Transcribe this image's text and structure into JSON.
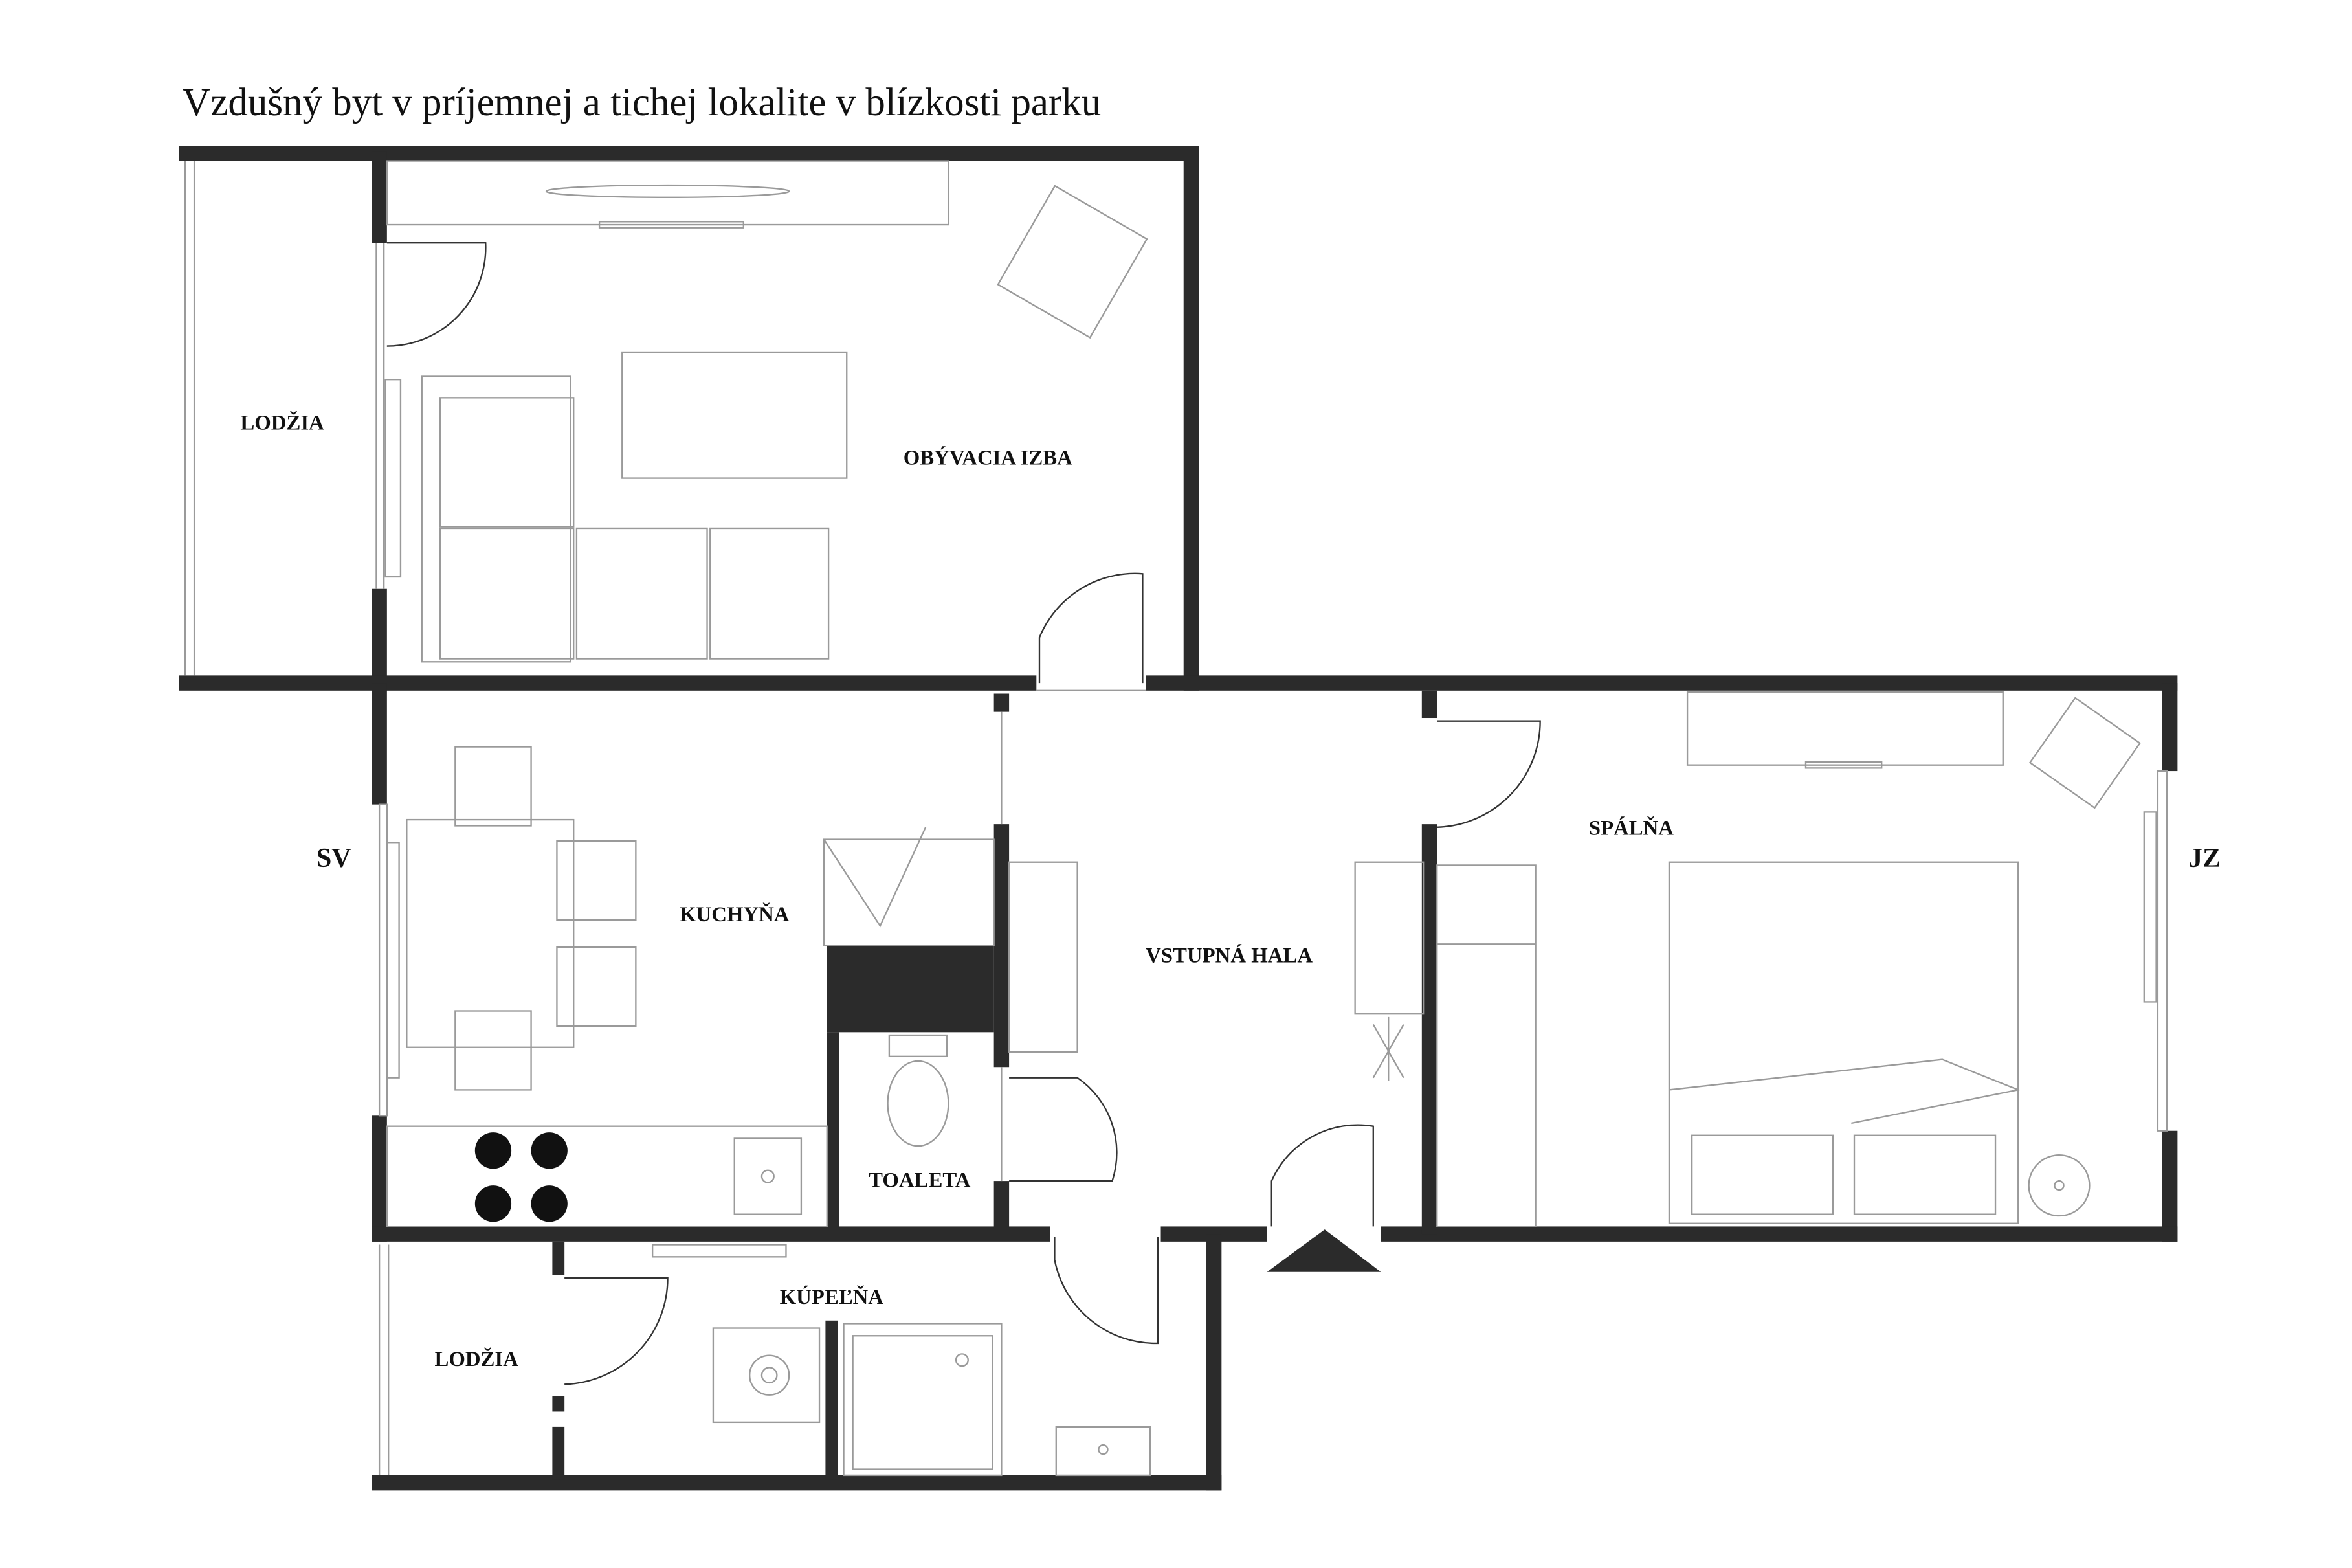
{
  "title": "Vzdušný byt v príjemnej a tichej lokalite v blízkosti parku",
  "rooms": {
    "lodzia_top": "LODŽIA",
    "living_room": "OBÝVACIA IZBA",
    "kitchen": "KUCHYŇA",
    "hall": "VSTUPNÁ HALA",
    "bedroom": "SPÁLŇA",
    "toilet": "TOALETA",
    "bathroom": "KÚPEĽŇA",
    "lodzia_bottom": "LODŽIA"
  },
  "orientation": {
    "left": "SV",
    "right": "JZ"
  },
  "colors": {
    "wall": "#2b2b2b",
    "furniture": "#9a9a9a"
  }
}
